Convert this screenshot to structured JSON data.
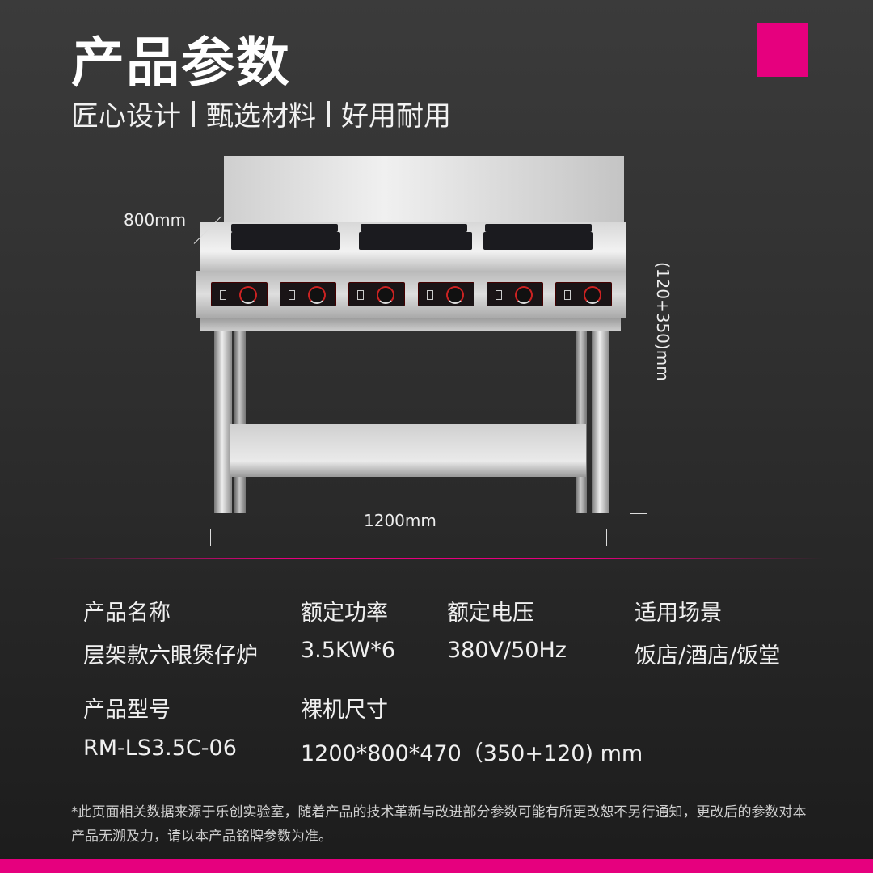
{
  "title": "产品参数",
  "subtitle": [
    "匠心设计",
    "甄选材料",
    "好用耐用"
  ],
  "dimensions": {
    "depth": "800mm",
    "height": "(120+350)mm",
    "width": "1200mm"
  },
  "specs": [
    {
      "label": "产品名称",
      "value": "层架款六眼煲仔炉"
    },
    {
      "label": "额定功率",
      "value": "3.5KW*6"
    },
    {
      "label": "额定电压",
      "value": "380V/50Hz"
    },
    {
      "label": "适用场景",
      "value": "饭店/酒店/饭堂"
    },
    {
      "label": "产品型号",
      "value": "RM-LS3.5C-06"
    },
    {
      "label": "裸机尺寸",
      "value": "1200*800*470（350+120) mm"
    }
  ],
  "footer": "*此页面相关数据来源于乐创实验室，随着产品的技术革新与改进部分参数可能有所更改恕不另行通知，更改后的参数对本产品无溯及力，请以本产品铭牌参数为准。",
  "colors": {
    "accent": "#e6007e"
  }
}
